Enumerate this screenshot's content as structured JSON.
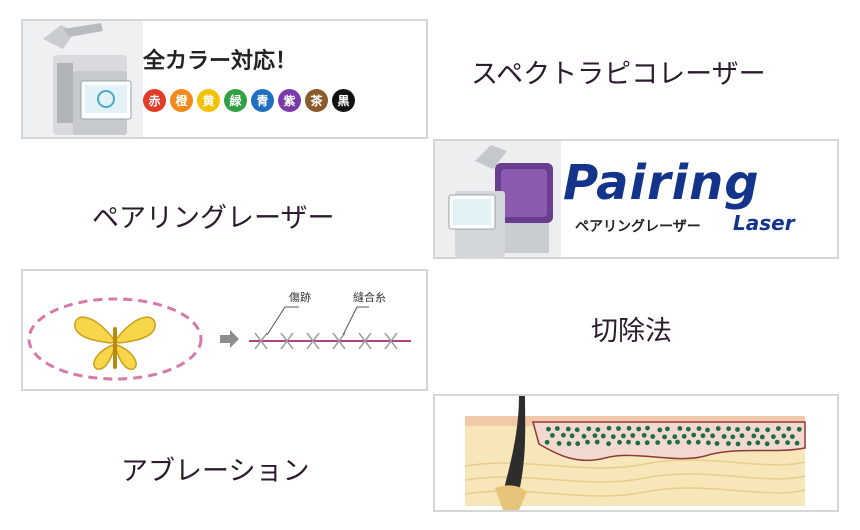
{
  "rows": [
    {
      "label": "スペクトラピコレーザー",
      "banner": {
        "headline": "全カラー対応！",
        "colors": [
          {
            "char": "赤",
            "color": "#e23b2a"
          },
          {
            "char": "橙",
            "color": "#f08a1c"
          },
          {
            "char": "黄",
            "color": "#f2c200"
          },
          {
            "char": "緑",
            "color": "#2fa043"
          },
          {
            "char": "青",
            "color": "#1f6fc2"
          },
          {
            "char": "紫",
            "color": "#7b3aa8"
          },
          {
            "char": "茶",
            "color": "#8b5a2b"
          },
          {
            "char": "黒",
            "color": "#111111"
          }
        ]
      }
    },
    {
      "label": "ペアリングレーザー",
      "banner": {
        "brand": "Pairing",
        "sub_jp": "ペアリングレーザー",
        "sub_en": "Laser"
      }
    },
    {
      "label": "切除法",
      "diagram": {
        "annotation_scar": "傷跡",
        "annotation_suture": "縫合糸"
      }
    },
    {
      "label": "アブレーション",
      "diagram": {}
    }
  ]
}
